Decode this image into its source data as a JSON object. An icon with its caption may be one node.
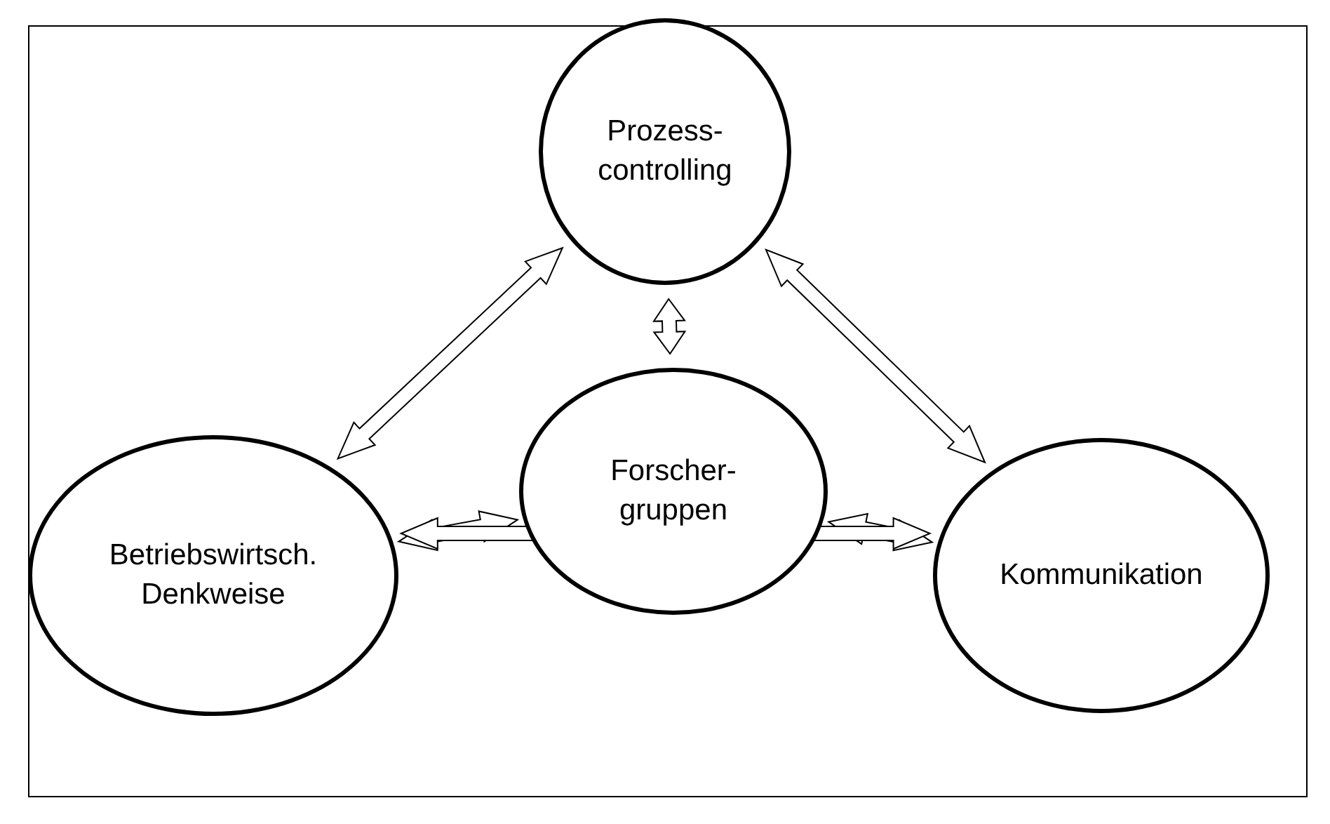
{
  "diagram": {
    "nodes": [
      {
        "text": [
          "Prozess- controlling"
        ]
      },
      {
        "text": [
          "Forscher- gruppen"
        ]
      },
      {
        "text": [
          "Betriebswirtsch. Denkweise"
        ]
      },
      {
        "text": [
          "Kommunikation"
        ]
      }
    ],
    "edges": [
      {
        "from": 0,
        "to": 2,
        "arrow": "both"
      },
      {
        "from": 0,
        "to": 1,
        "arrow": "both"
      },
      {
        "from": 0,
        "to": 3,
        "arrow": "both"
      },
      {
        "from": 1,
        "to": 2,
        "arrow": "both"
      },
      {
        "from": 1,
        "to": 3,
        "arrow": "both"
      },
      {
        "from": 2,
        "to": 3,
        "arrow": "both"
      }
    ]
  }
}
